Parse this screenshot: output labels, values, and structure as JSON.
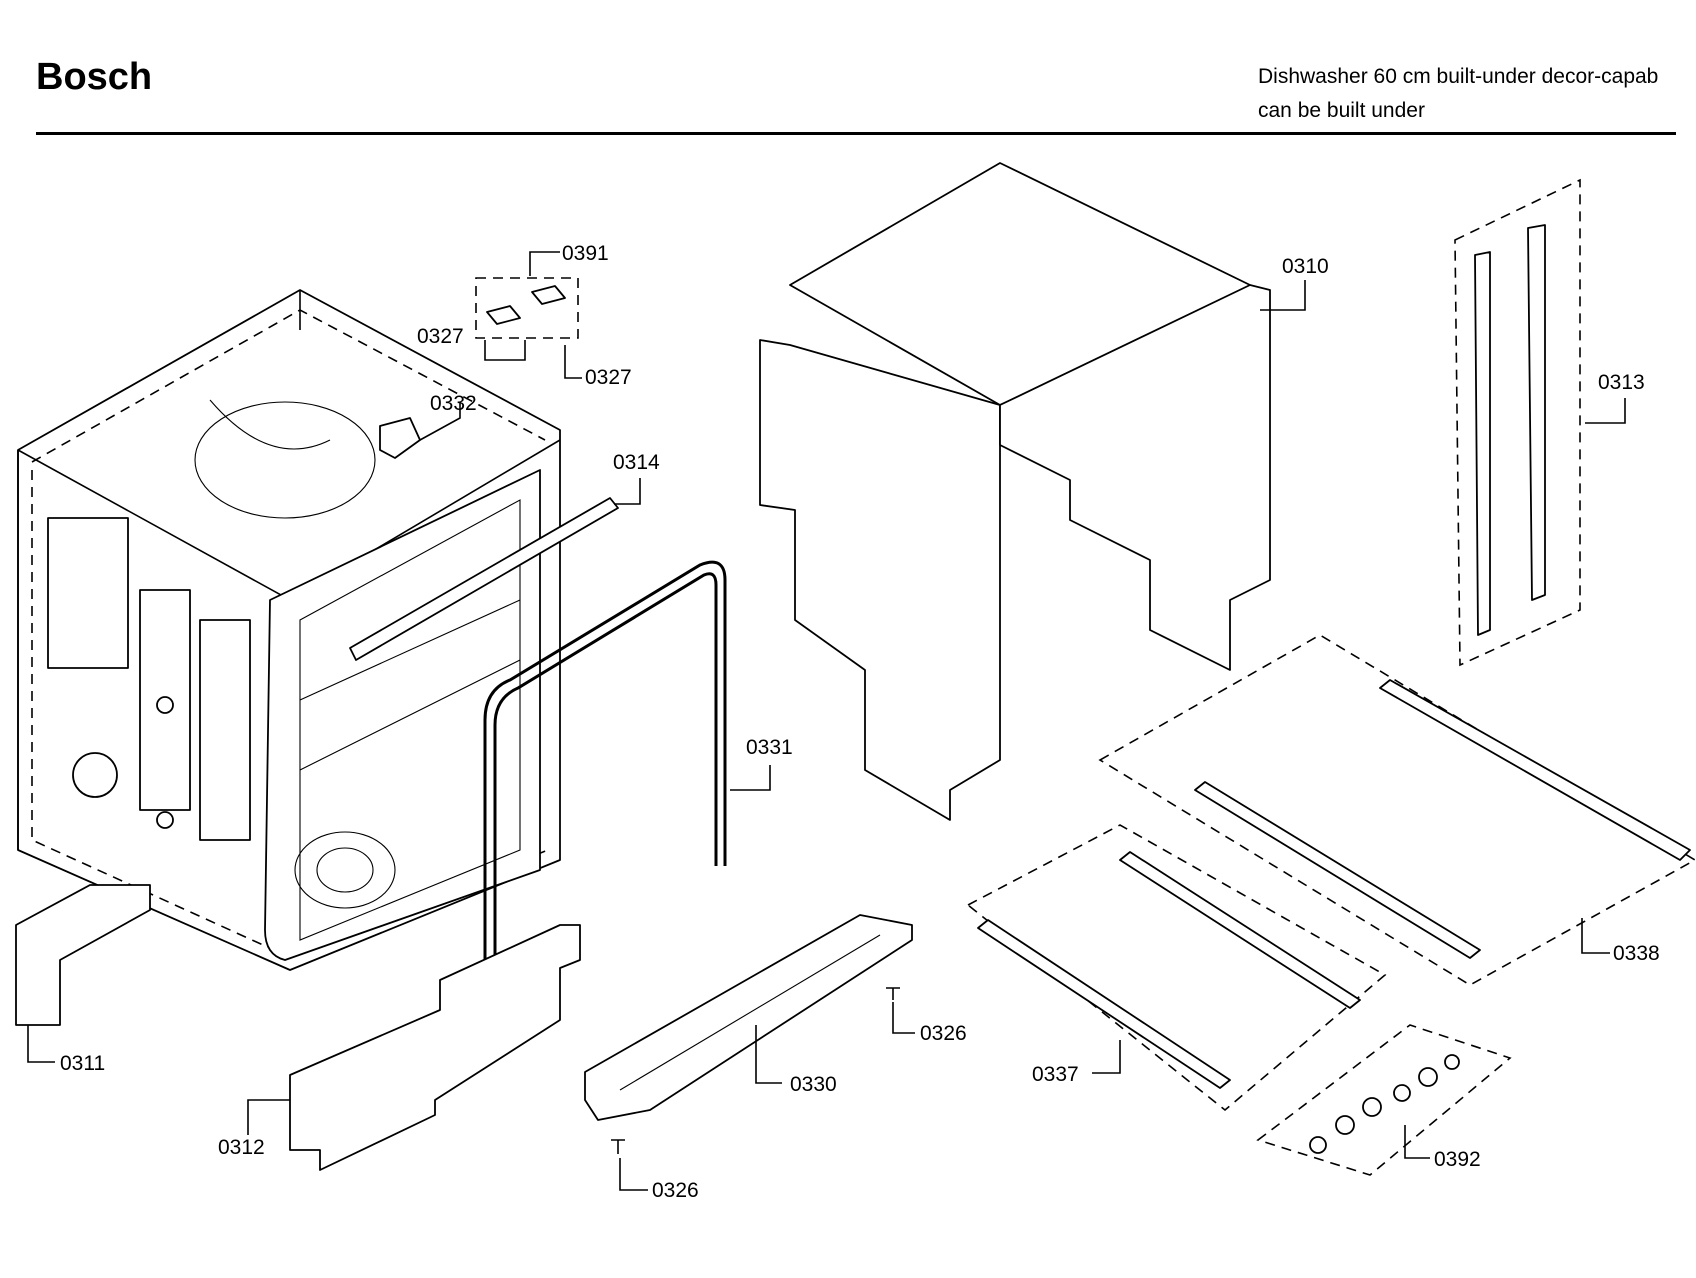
{
  "header": {
    "brand": "Bosch",
    "description_line1": "Dishwasher 60 cm built-under decor-capab",
    "description_line2": "can be built under"
  },
  "callouts": {
    "c0391": "0391",
    "c0327a": "0327",
    "c0327b": "0327",
    "c0332": "0332",
    "c0314": "0314",
    "c0310": "0310",
    "c0313": "0313",
    "c0331": "0331",
    "c0311": "0311",
    "c0312": "0312",
    "c0326a": "0326",
    "c0326b": "0326",
    "c0330": "0330",
    "c0337": "0337",
    "c0338": "0338",
    "c0392": "0392"
  }
}
